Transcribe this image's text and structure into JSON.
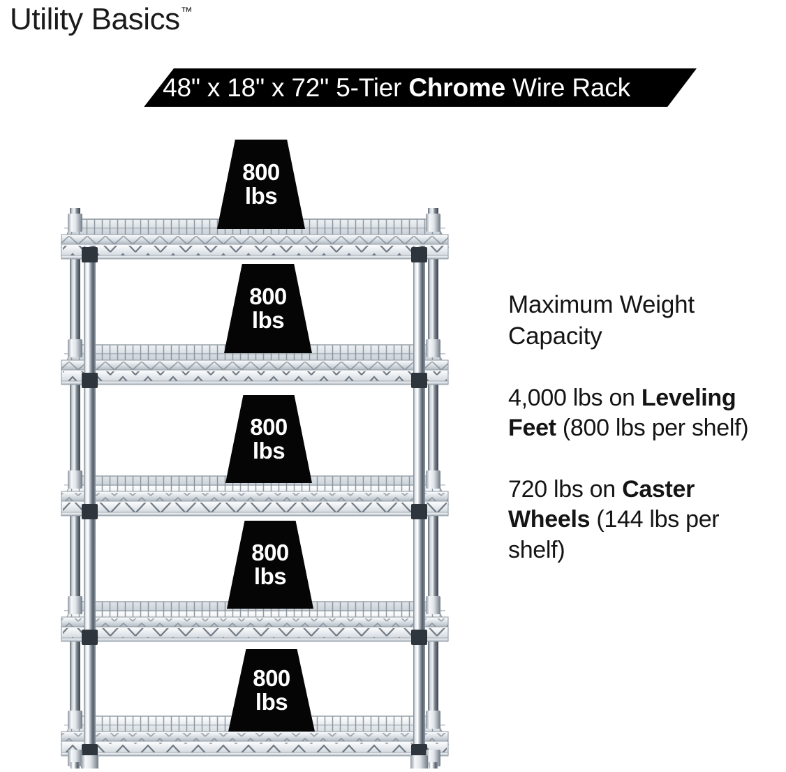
{
  "brand": {
    "name": "Utility Basics",
    "trademark": "™"
  },
  "banner": {
    "dimensions": "48\" x 18\" x 72\"",
    "tier_text": "5-Tier",
    "material_bold": "Chrome",
    "product_type": "Wire Rack",
    "full_text": "48\" x 18\" x 72\" 5-Tier Chrome Wire Rack",
    "background_color": "#000000",
    "text_color": "#ffffff"
  },
  "specs": {
    "heading": "Maximum Weight Capacity",
    "leveling": {
      "lead": "4,000 lbs on ",
      "emphasis": "Leveling Feet",
      "tail": " (800 lbs per shelf)",
      "total": "4,000 lbs",
      "per_shelf": "800 lbs"
    },
    "caster": {
      "lead": "720 lbs on ",
      "emphasis": "Caster Wheels",
      "tail": " (144 lbs per shelf)",
      "total": "720 lbs",
      "per_shelf": "144 lbs"
    }
  },
  "rack": {
    "shelf_count": 5,
    "chrome_light": "#f4f6f8",
    "chrome_mid": "#b8c0c8",
    "chrome_dark": "#4c5560",
    "foot_color": "#1b1b1b",
    "badges": [
      {
        "value": "800",
        "unit": "lbs"
      },
      {
        "value": "800",
        "unit": "lbs"
      },
      {
        "value": "800",
        "unit": "lbs"
      },
      {
        "value": "800",
        "unit": "lbs"
      },
      {
        "value": "800",
        "unit": "lbs"
      }
    ]
  }
}
